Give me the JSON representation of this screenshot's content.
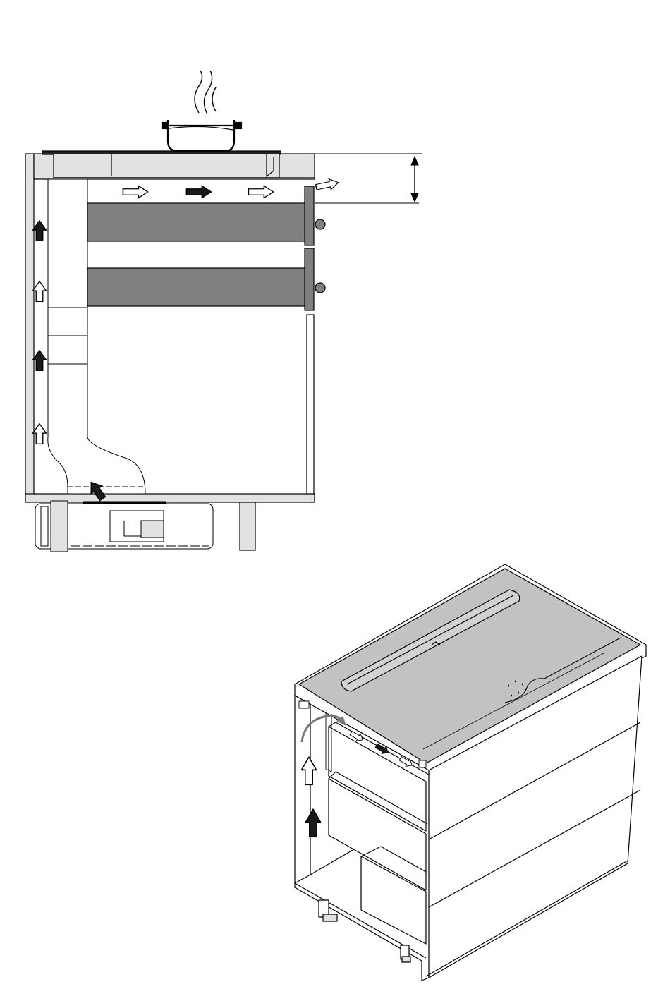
{
  "colors": {
    "outline": "#000000",
    "cabinet_panel": "#e2e2e0",
    "drawer_dark": "#808080",
    "hob_top": "#c2c2c2",
    "flow_filled": "#1a1a1a",
    "flow_hollow": "#ffffff"
  },
  "side_section": {
    "airflow_arrows_up": [
      {
        "style": "filled",
        "icon": "arrow-up-icon"
      },
      {
        "style": "hollow",
        "icon": "arrow-up-icon"
      },
      {
        "style": "filled",
        "icon": "arrow-up-icon"
      },
      {
        "style": "hollow",
        "icon": "arrow-up-icon"
      }
    ],
    "airflow_arrows_right": [
      {
        "style": "hollow",
        "icon": "arrow-right-icon"
      },
      {
        "style": "filled",
        "icon": "arrow-right-icon"
      },
      {
        "style": "hollow",
        "icon": "arrow-right-icon"
      }
    ],
    "exit_arrow": {
      "style": "hollow",
      "icon": "arrow-right-icon"
    },
    "intake_arrow": {
      "style": "filled",
      "icon": "arrow-up-left-icon"
    },
    "dimension_marker": {
      "icon": "double-arrow-vertical-icon"
    },
    "pot_icon": "cooking-pot-icon",
    "steam_icon": "steam-icon"
  },
  "perspective_view": {
    "airflow_arrows_up": [
      {
        "style": "hollow",
        "icon": "arrow-up-icon"
      },
      {
        "style": "filled",
        "icon": "arrow-up-icon"
      }
    ],
    "airflow_arrows_right": [
      {
        "style": "hollow",
        "icon": "arrow-right-icon"
      },
      {
        "style": "filled",
        "icon": "arrow-right-icon"
      },
      {
        "style": "hollow",
        "icon": "arrow-right-icon"
      }
    ],
    "curve_arrow_icon": "curved-arrow-icon"
  }
}
